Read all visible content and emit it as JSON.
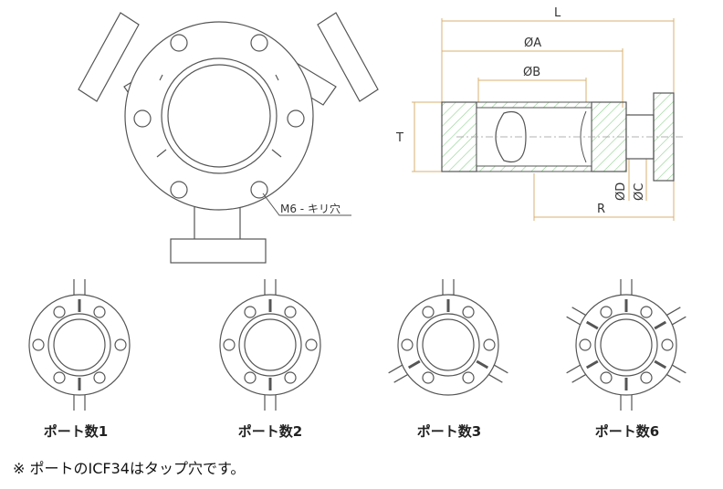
{
  "dimension_labels": {
    "L": "L",
    "A": "ØA",
    "B": "ØB",
    "T": "T",
    "D": "ØD",
    "C": "ØC",
    "R": "R"
  },
  "callout": "M6 - キリ穴",
  "ports": [
    {
      "caption": "ポート数1",
      "count": 1
    },
    {
      "caption": "ポート数2",
      "count": 2
    },
    {
      "caption": "ポート数3",
      "count": 3
    },
    {
      "caption": "ポート数6",
      "count": 6
    }
  ],
  "note": "※ ポートのICF34はタップ穴です。",
  "colors": {
    "line": "#555555",
    "hatch": "#8fd18f",
    "dim": "#d8b070"
  }
}
